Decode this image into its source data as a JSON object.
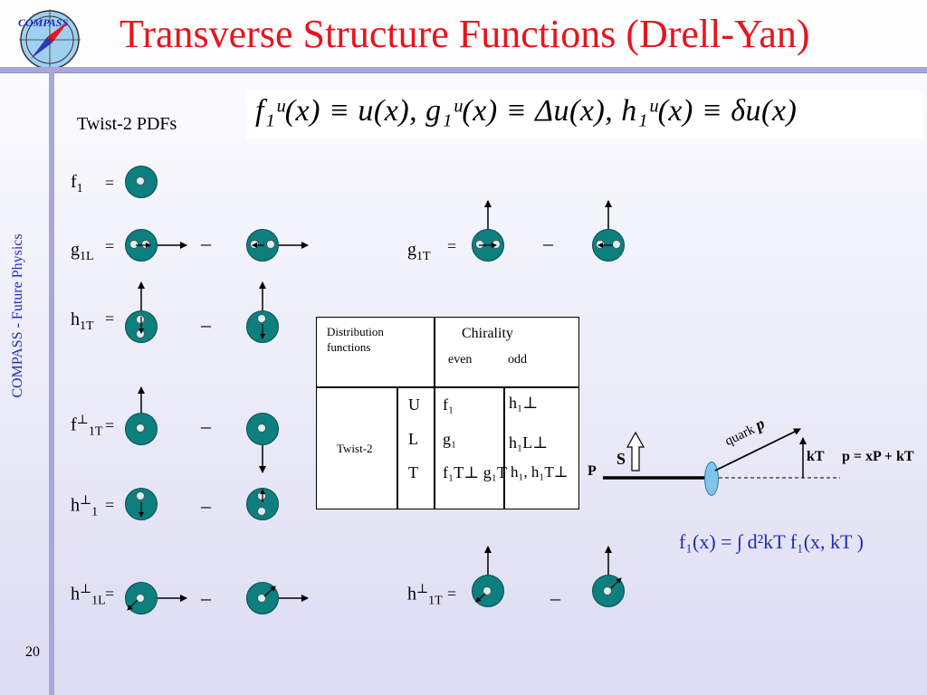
{
  "header": {
    "logo_text": "COMPASS",
    "title": "Transverse Structure Functions (Drell-Yan)"
  },
  "sidebar": {
    "text": "COMPASS - Future Physics",
    "page_number": "20"
  },
  "main": {
    "twist_label": "Twist-2 PDFs",
    "formula": "f₁ᵘ(x) ≡ u(x),  g₁ᵘ(x) ≡ Δu(x),  h₁ᵘ(x) ≡ δu(x)",
    "equals": "=",
    "minus": "–",
    "labels": {
      "f1": {
        "base": "f",
        "sub": "1",
        "sup": ""
      },
      "g1L": {
        "base": "g",
        "sub": "1L",
        "sup": ""
      },
      "g1T": {
        "base": "g",
        "sub": "1T",
        "sup": ""
      },
      "h1T": {
        "base": "h",
        "sub": "1T",
        "sup": ""
      },
      "f1Tperp": {
        "base": "f",
        "sub": "1T",
        "sup": "⊥"
      },
      "h1perp": {
        "base": "h",
        "sub": "1",
        "sup": "⊥"
      },
      "h1Lperp": {
        "base": "h",
        "sub": "1L",
        "sup": "⊥"
      },
      "h1Tperp": {
        "base": "h",
        "sub": "1T",
        "sup": "⊥"
      }
    }
  },
  "table": {
    "header_left": "Distribution functions",
    "chirality": "Chirality",
    "even": "even",
    "odd": "odd",
    "row_label": "Twist-2",
    "pol": [
      "U",
      "L",
      "T"
    ],
    "even_col": [
      "f₁",
      "g₁",
      "f₁T⊥ g₁T"
    ],
    "odd_col": [
      "h₁⊥",
      "h₁L⊥",
      "h₁, h₁T⊥"
    ]
  },
  "diagram": {
    "S": "S",
    "P": "P",
    "quark": "quark",
    "p": "p",
    "kT": "kT",
    "momentum": "p = xP + kT"
  },
  "integral": "f₁(x) = ∫ d²kT f₁(x, kT )",
  "colors": {
    "title": "#e8141e",
    "ball": "#0d7f7f",
    "blue_text": "#1e2bb8",
    "rule": "#a7a7d9"
  }
}
